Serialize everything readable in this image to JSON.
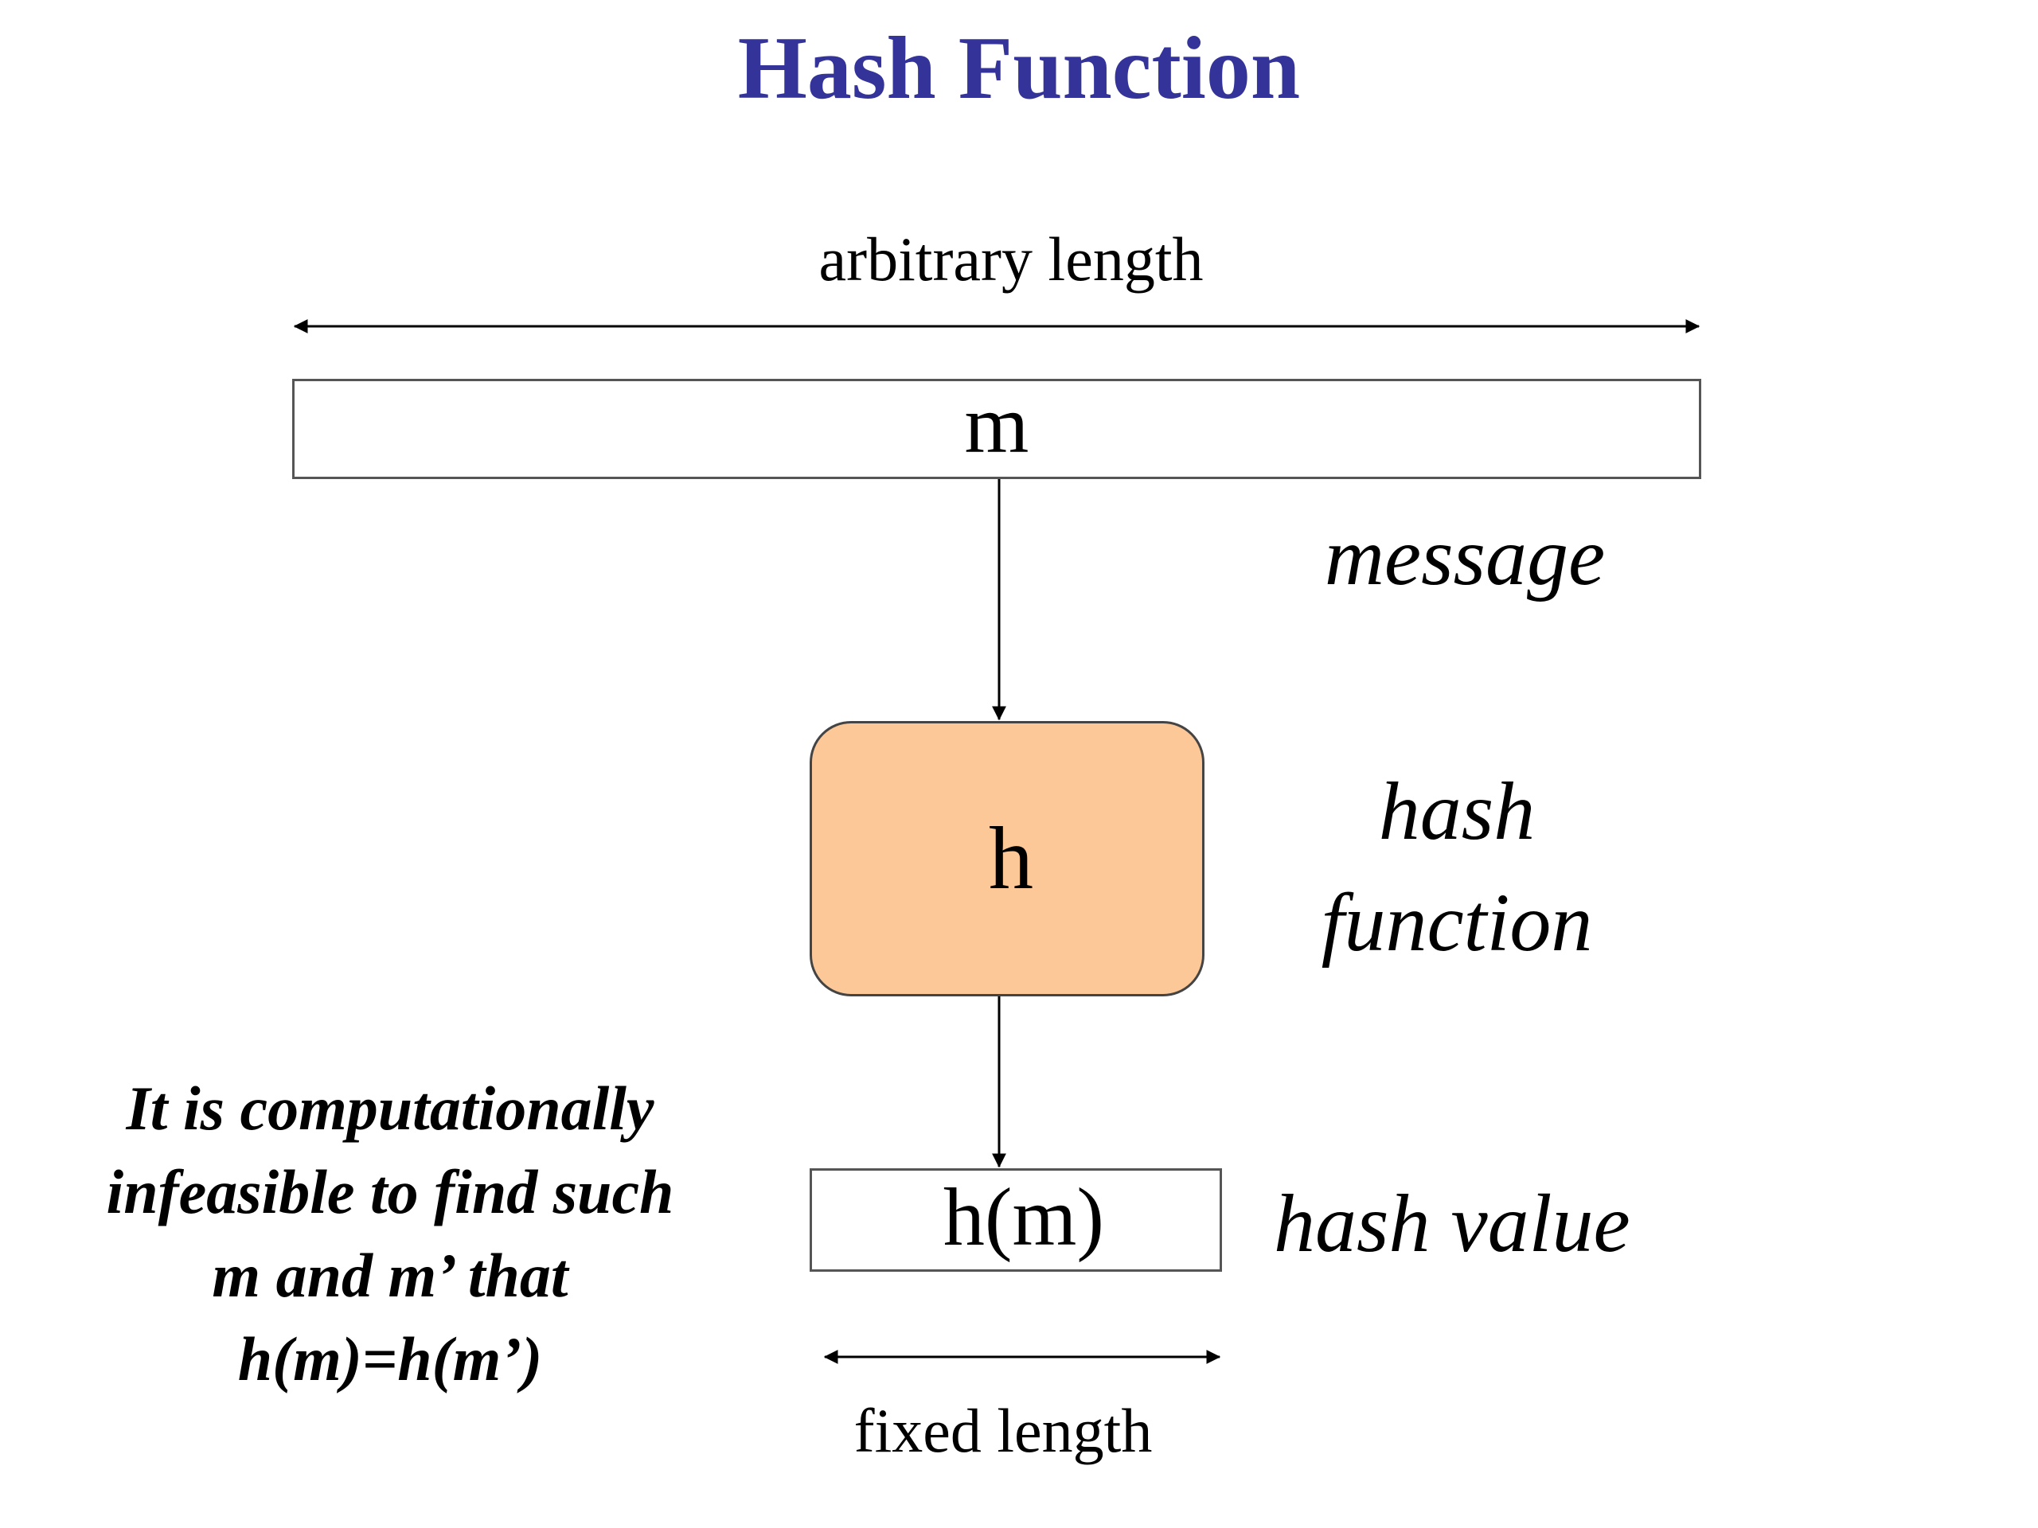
{
  "title": "Hash Function",
  "arbitrary_length_label": "arbitrary length",
  "message_box": {
    "label": "m"
  },
  "message_caption": "message",
  "hash_function_box": {
    "label": "h",
    "fill": "#fdc898"
  },
  "hash_function_caption": "hash function",
  "hash_value_box": {
    "label": "h(m)"
  },
  "hash_value_caption": "hash value",
  "fixed_length_label": "fixed length",
  "collision_note": "It is computationally infeasible to find such m and m’ that h(m)=h(m’)",
  "colors": {
    "title": "#333399",
    "box_fill": "#fdc898"
  }
}
